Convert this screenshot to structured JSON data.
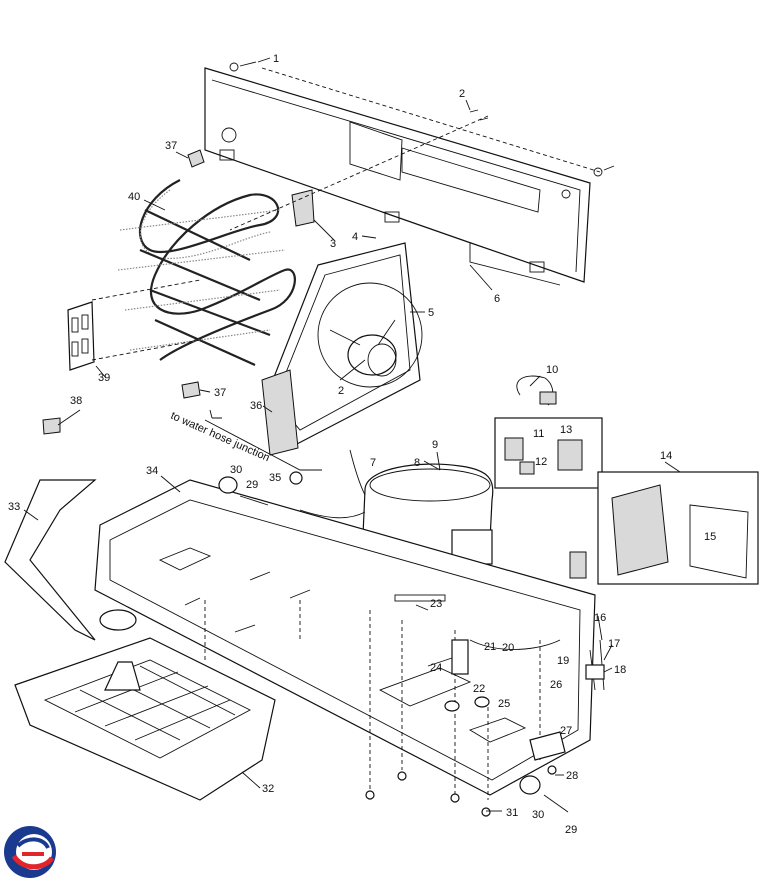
{
  "diagram": {
    "water_note": "to water hose junction",
    "callouts": [
      {
        "id": "1",
        "label": "1"
      },
      {
        "id": "2a",
        "label": "2"
      },
      {
        "id": "2b",
        "label": "2"
      },
      {
        "id": "3",
        "label": "3"
      },
      {
        "id": "4",
        "label": "4"
      },
      {
        "id": "5",
        "label": "5"
      },
      {
        "id": "6",
        "label": "6"
      },
      {
        "id": "7",
        "label": "7"
      },
      {
        "id": "8",
        "label": "8"
      },
      {
        "id": "9",
        "label": "9"
      },
      {
        "id": "10",
        "label": "10"
      },
      {
        "id": "11",
        "label": "11"
      },
      {
        "id": "12",
        "label": "12"
      },
      {
        "id": "13",
        "label": "13"
      },
      {
        "id": "14",
        "label": "14"
      },
      {
        "id": "15",
        "label": "15"
      },
      {
        "id": "16",
        "label": "16"
      },
      {
        "id": "17",
        "label": "17"
      },
      {
        "id": "18",
        "label": "18"
      },
      {
        "id": "19",
        "label": "19"
      },
      {
        "id": "20",
        "label": "20"
      },
      {
        "id": "21",
        "label": "21"
      },
      {
        "id": "22",
        "label": "22"
      },
      {
        "id": "23",
        "label": "23"
      },
      {
        "id": "24",
        "label": "24"
      },
      {
        "id": "25",
        "label": "25"
      },
      {
        "id": "26",
        "label": "26"
      },
      {
        "id": "27",
        "label": "27"
      },
      {
        "id": "28",
        "label": "28"
      },
      {
        "id": "29a",
        "label": "29"
      },
      {
        "id": "29b",
        "label": "29"
      },
      {
        "id": "30a",
        "label": "30"
      },
      {
        "id": "30b",
        "label": "30"
      },
      {
        "id": "31",
        "label": "31"
      },
      {
        "id": "32",
        "label": "32"
      },
      {
        "id": "33",
        "label": "33"
      },
      {
        "id": "34",
        "label": "34"
      },
      {
        "id": "35",
        "label": "35"
      },
      {
        "id": "36",
        "label": "36"
      },
      {
        "id": "37a",
        "label": "37"
      },
      {
        "id": "37b",
        "label": "37"
      },
      {
        "id": "38",
        "label": "38"
      },
      {
        "id": "39",
        "label": "39"
      },
      {
        "id": "40",
        "label": "40"
      }
    ],
    "logo": {
      "name": "brand-logo",
      "colors": [
        "#1a3a8f",
        "#e0262b"
      ]
    }
  }
}
